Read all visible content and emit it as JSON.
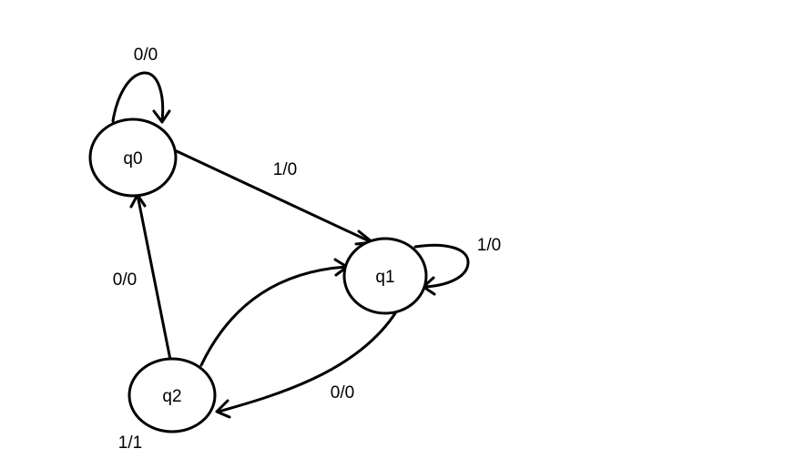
{
  "states": [
    {
      "id": "q0",
      "label": "q0"
    },
    {
      "id": "q1",
      "label": "q1"
    },
    {
      "id": "q2",
      "label": "q2"
    }
  ],
  "transitions": [
    {
      "from": "q0",
      "to": "q0",
      "label": "0/0"
    },
    {
      "from": "q0",
      "to": "q1",
      "label": "1/0"
    },
    {
      "from": "q1",
      "to": "q1",
      "label": "1/0"
    },
    {
      "from": "q1",
      "to": "q2",
      "label": "0/0"
    },
    {
      "from": "q2",
      "to": "q1",
      "label": "1/1"
    },
    {
      "from": "q2",
      "to": "q0",
      "label": "0/0"
    }
  ],
  "colors": {
    "stroke": "#000000",
    "background": "#ffffff"
  }
}
